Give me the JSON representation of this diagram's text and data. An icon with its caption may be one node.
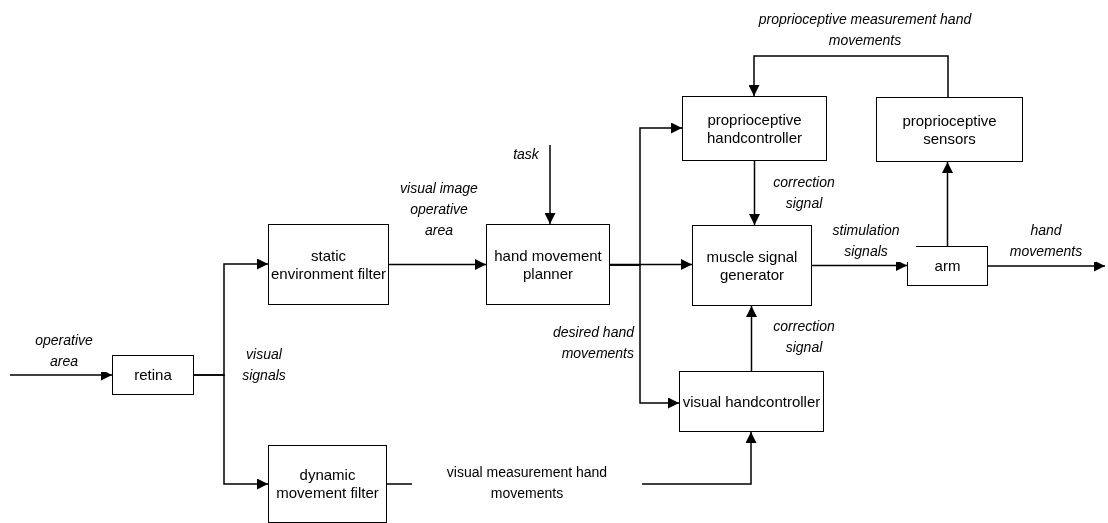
{
  "diagram": {
    "nodes": [
      {
        "text": [
          "retina"
        ]
      },
      {
        "text": [
          "static environment filter"
        ]
      },
      {
        "text": [
          "dynamic movement filter"
        ]
      },
      {
        "text": [
          "hand movement planner"
        ]
      },
      {
        "text": [
          "proprioceptive handcontroller"
        ]
      },
      {
        "text": [
          "muscle signal generator"
        ]
      },
      {
        "text": [
          "visual handcontroller"
        ]
      },
      {
        "text": [
          "proprioceptive sensors"
        ]
      },
      {
        "text": [
          "arm"
        ]
      }
    ],
    "edges": [
      {
        "from": null,
        "to": 0,
        "arrow": "to",
        "label": "operative area"
      },
      {
        "from": 0,
        "to": 1,
        "arrow": "to",
        "label": "visual signals"
      },
      {
        "from": 0,
        "to": 2,
        "arrow": "to"
      },
      {
        "from": 1,
        "to": 3,
        "arrow": "to",
        "label": "visual image operative area"
      },
      {
        "from": null,
        "to": 3,
        "arrow": "to",
        "label": "task"
      },
      {
        "from": 3,
        "to": 4,
        "arrow": "to"
      },
      {
        "from": 3,
        "to": 5,
        "arrow": "to"
      },
      {
        "from": 3,
        "to": 6,
        "arrow": "to",
        "label": "desired hand movements"
      },
      {
        "from": 4,
        "to": 5,
        "arrow": "to",
        "label": "correction signal"
      },
      {
        "from": 6,
        "to": 5,
        "arrow": "to",
        "label": "correction signal"
      },
      {
        "from": 2,
        "to": 6,
        "arrow": "to",
        "label": "visual measurement hand movements"
      },
      {
        "from": 5,
        "to": 8,
        "arrow": "to",
        "label": "stimulation signals"
      },
      {
        "from": 8,
        "to": 7,
        "arrow": "to"
      },
      {
        "from": 7,
        "to": 4,
        "arrow": "to",
        "label": "proprioceptive measurement hand movements"
      },
      {
        "from": 8,
        "to": null,
        "arrow": "to",
        "label": "hand movements"
      }
    ]
  }
}
